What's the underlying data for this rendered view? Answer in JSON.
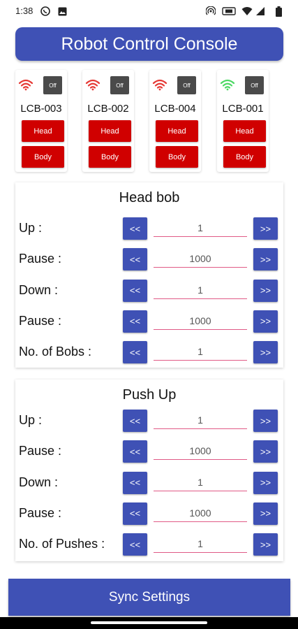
{
  "status_bar": {
    "time": "1:38",
    "icons": [
      "whatsapp-icon",
      "gallery-icon",
      "hotspot-icon",
      "vibrate-icon",
      "wifi-icon",
      "signal-icon",
      "battery-icon"
    ]
  },
  "app": {
    "title": "Robot Control Console"
  },
  "robots": [
    {
      "name": "LCB-003",
      "status": "Off",
      "wifi_color": "#e53935",
      "head_label": "Head",
      "body_label": "Body"
    },
    {
      "name": "LCB-002",
      "status": "Off",
      "wifi_color": "#e53935",
      "head_label": "Head",
      "body_label": "Body"
    },
    {
      "name": "LCB-004",
      "status": "Off",
      "wifi_color": "#e53935",
      "head_label": "Head",
      "body_label": "Body"
    },
    {
      "name": "LCB-001",
      "status": "Off",
      "wifi_color": "#4cd964",
      "head_label": "Head",
      "body_label": "Body"
    }
  ],
  "head_bob": {
    "title": "Head bob",
    "rows": [
      {
        "label": "Up :",
        "value": "1",
        "dec": "<<",
        "inc": ">>"
      },
      {
        "label": "Pause :",
        "value": "1000",
        "dec": "<<",
        "inc": ">>"
      },
      {
        "label": "Down  :",
        "value": "1",
        "dec": "<<",
        "inc": ">>"
      },
      {
        "label": "Pause :",
        "value": "1000",
        "dec": "<<",
        "inc": ">>"
      },
      {
        "label": "No. of Bobs :",
        "value": "1",
        "dec": "<<",
        "inc": ">>"
      }
    ]
  },
  "push_up": {
    "title": "Push Up",
    "rows": [
      {
        "label": "Up :",
        "value": "1",
        "dec": "<<",
        "inc": ">>"
      },
      {
        "label": "Pause :",
        "value": "1000",
        "dec": "<<",
        "inc": ">>"
      },
      {
        "label": "Down  :",
        "value": "1",
        "dec": "<<",
        "inc": ">>"
      },
      {
        "label": "Pause :",
        "value": "1000",
        "dec": "<<",
        "inc": ">>"
      },
      {
        "label": "No. of Pushes :",
        "value": "1",
        "dec": "<<",
        "inc": ">>"
      }
    ]
  },
  "actions": {
    "sync_label": "Sync Settings"
  },
  "colors": {
    "primary": "#3f51b5",
    "danger": "#d00000",
    "off_button": "#4a4a4a",
    "underline": "#e05a86"
  }
}
